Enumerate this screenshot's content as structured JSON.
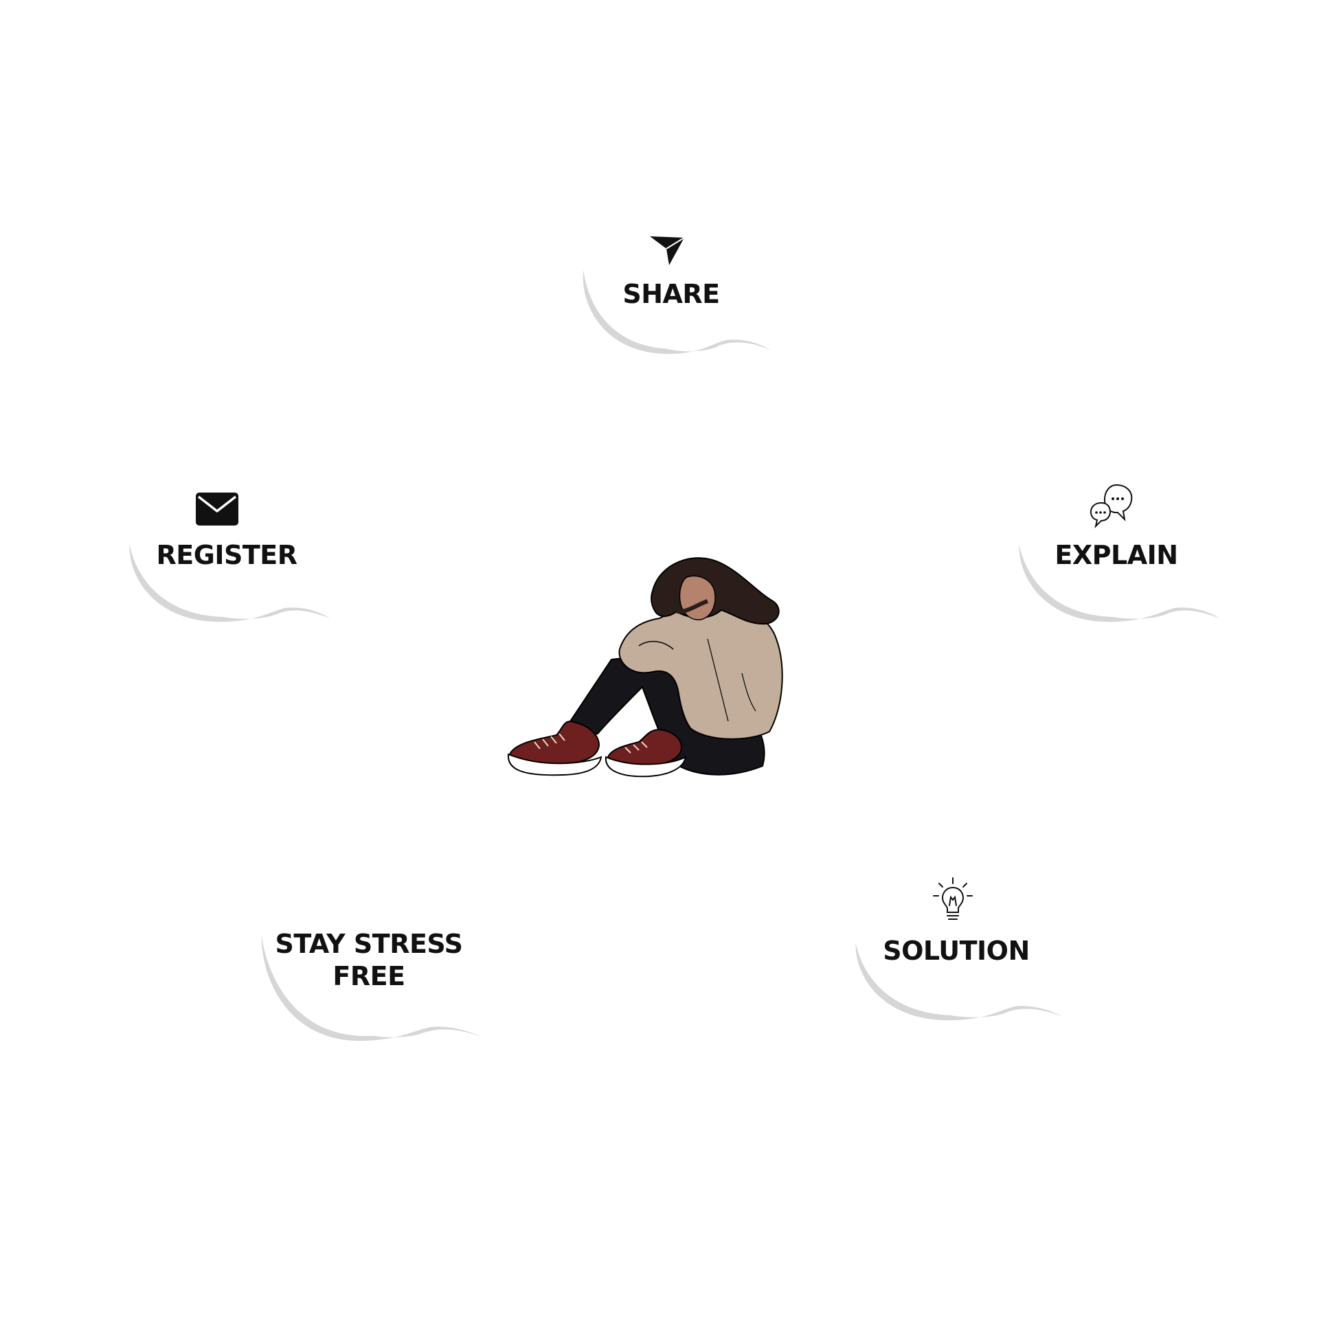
{
  "steps": {
    "share": {
      "label": "SHARE",
      "icon": "send-arrow-icon"
    },
    "register": {
      "label": "REGISTER",
      "icon": "envelope-icon"
    },
    "explain": {
      "label": "EXPLAIN",
      "icon": "chat-bubbles-icon"
    },
    "stay_stress_free": {
      "label_line1": "STAY STRESS",
      "label_line2": "FREE"
    },
    "solution": {
      "label": "SOLUTION",
      "icon": "lightbulb-icon"
    }
  },
  "center_illustration": "sad-girl-sitting-illustration",
  "colors": {
    "background": "#ffffff",
    "bubble_shadow": "#d6d6d6",
    "text": "#111111",
    "sweater": "#c2ae9a",
    "hair": "#2a1d1a",
    "shoes": "#6e1f1f",
    "pants": "#15151a"
  }
}
